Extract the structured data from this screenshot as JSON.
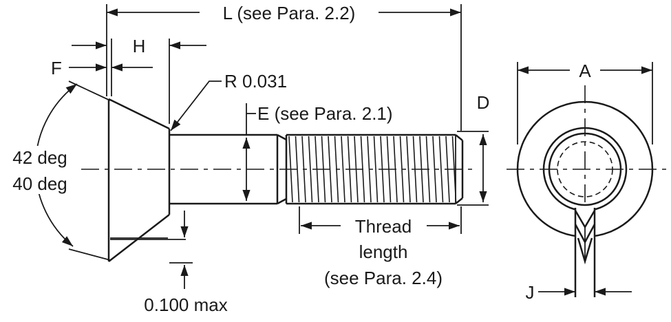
{
  "labels": {
    "length": "L (see Para. 2.2)",
    "head_height": "H",
    "head_flat": "F",
    "fillet_radius": "R 0.031",
    "shank_dia": "E (see Para. 2.1)",
    "thread_dia": "D",
    "angle_max": "42 deg",
    "angle_min": "40 deg",
    "thread_length_1": "Thread",
    "thread_length_2": "length",
    "thread_length_3": "(see Para. 2.4)",
    "underhead_max": "0.100 max",
    "head_dia": "A",
    "slot_width": "J"
  }
}
